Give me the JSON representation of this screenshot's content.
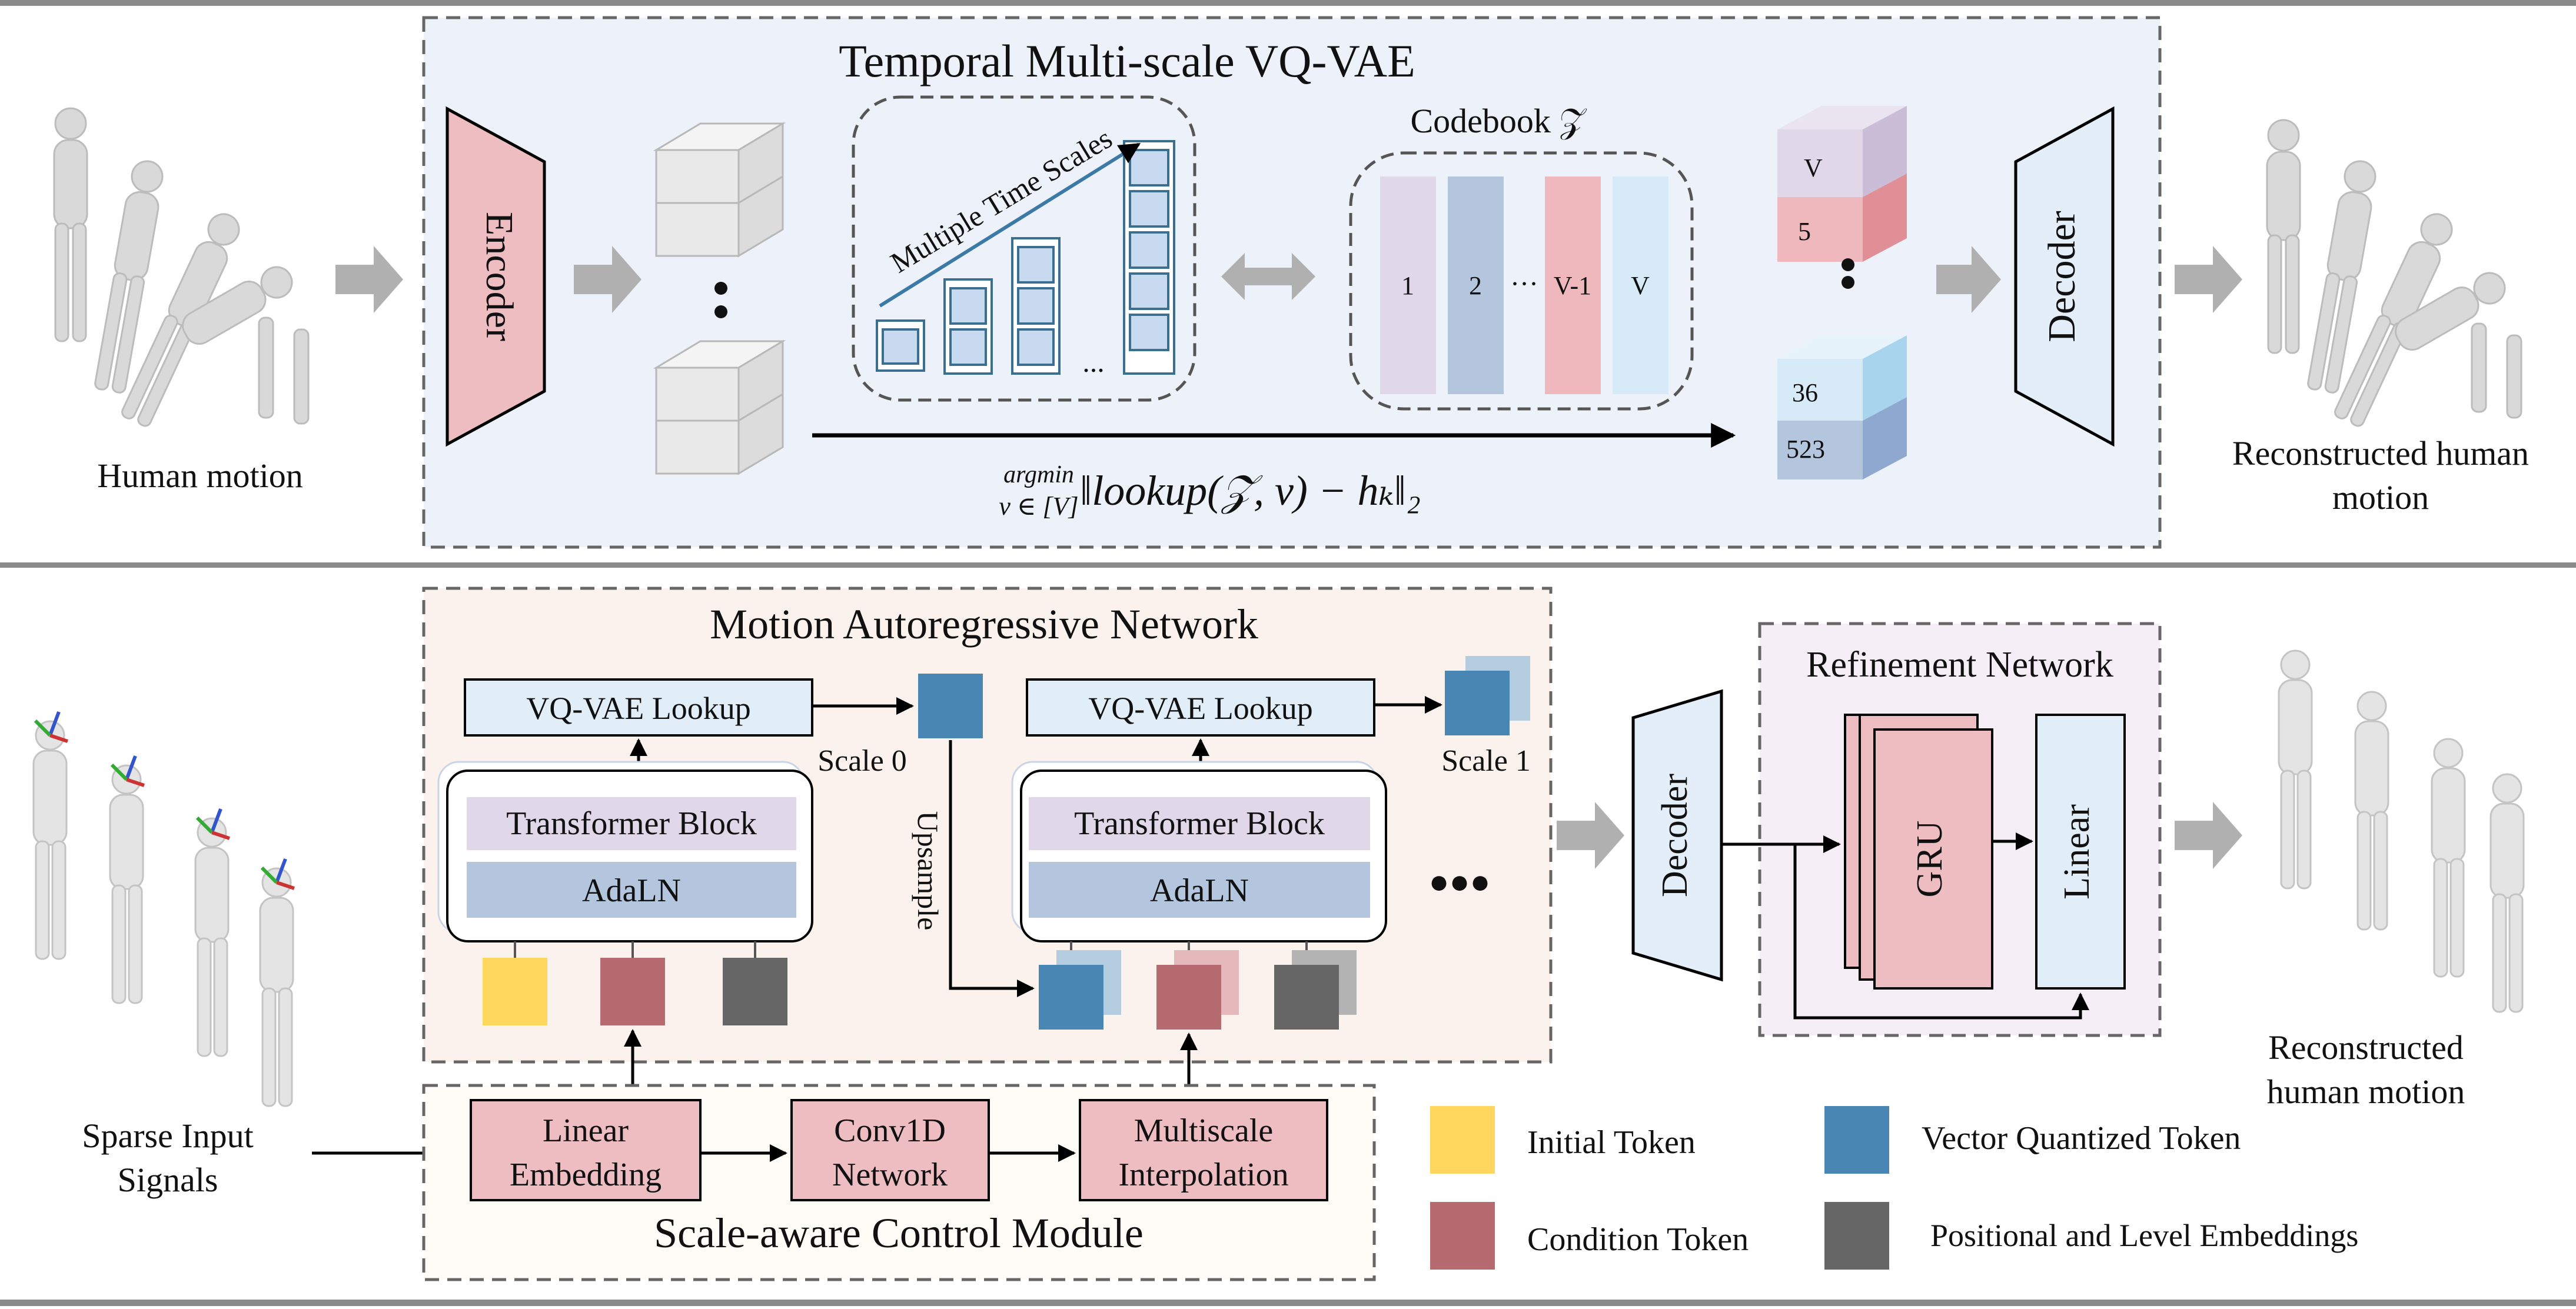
{
  "top": {
    "title": "Temporal Multi-scale VQ-VAE",
    "input_label": "Human motion",
    "encoder_label": "Encoder",
    "decoder_label": "Decoder",
    "output_label_line1": "Reconstructed human",
    "output_label_line2": "motion",
    "time_scales_label": "Multiple Time Scales",
    "ellipsis": "...",
    "codebook_label": "Codebook 𝒵",
    "codebook_entries": [
      "1",
      "2",
      "V-1",
      "V"
    ],
    "codebook_dots": "···",
    "token_upper": [
      "V",
      "5"
    ],
    "token_lower": [
      "36",
      "523"
    ],
    "argmin_word": "argmin",
    "argmin_sub": "v ∈ [V]",
    "argmin_expr": "‖lookup(𝒵, v) − hₖ‖₂"
  },
  "bottom": {
    "mar_title": "Motion Autoregressive Network",
    "lookup_label": "VQ-VAE Lookup",
    "transformer_label": "Transformer Block",
    "adaln_label": "AdaLN",
    "scale0_label": "Scale 0",
    "scale1_label": "Scale 1",
    "upsample_label": "Upsample",
    "more_dots": "●●●",
    "decoder_label": "Decoder",
    "refinement_title": "Refinement Network",
    "gru_label": "GRU",
    "linear_label": "Linear",
    "output_label_line1": "Reconstructed",
    "output_label_line2": "human motion",
    "input_label_line1": "Sparse Input",
    "input_label_line2": "Signals",
    "control_title": "Scale-aware Control Module",
    "linear_embedding_line1": "Linear",
    "linear_embedding_line2": "Embedding",
    "conv1d_line1": "Conv1D",
    "conv1d_line2": "Network",
    "multiscale_line1": "Multiscale",
    "multiscale_line2": "Interpolation"
  },
  "legend": {
    "initial_token": "Initial Token",
    "condition_token": "Condition Token",
    "vq_token": "Vector Quantized Token",
    "positional_embeddings": "Positional and Level Embeddings"
  },
  "colors": {
    "initial_token": "#FFD75E",
    "condition_token": "#B56B70",
    "vq_token": "#4A86B4",
    "positional": "#666666",
    "encoder_fill": "#EEBDC2",
    "decoder_fill": "#E3EEF8",
    "top_panel": "#EDF1F9",
    "mar_panel": "#FBF2EE",
    "refine_panel": "#F6EEF6",
    "control_panel": "#FDFCF6",
    "pink_box": "#EDBDC2",
    "lookup_fill": "#E1EDF7",
    "transformer_fill": "#E0D7E8",
    "adaln_fill": "#B3C6DE"
  }
}
